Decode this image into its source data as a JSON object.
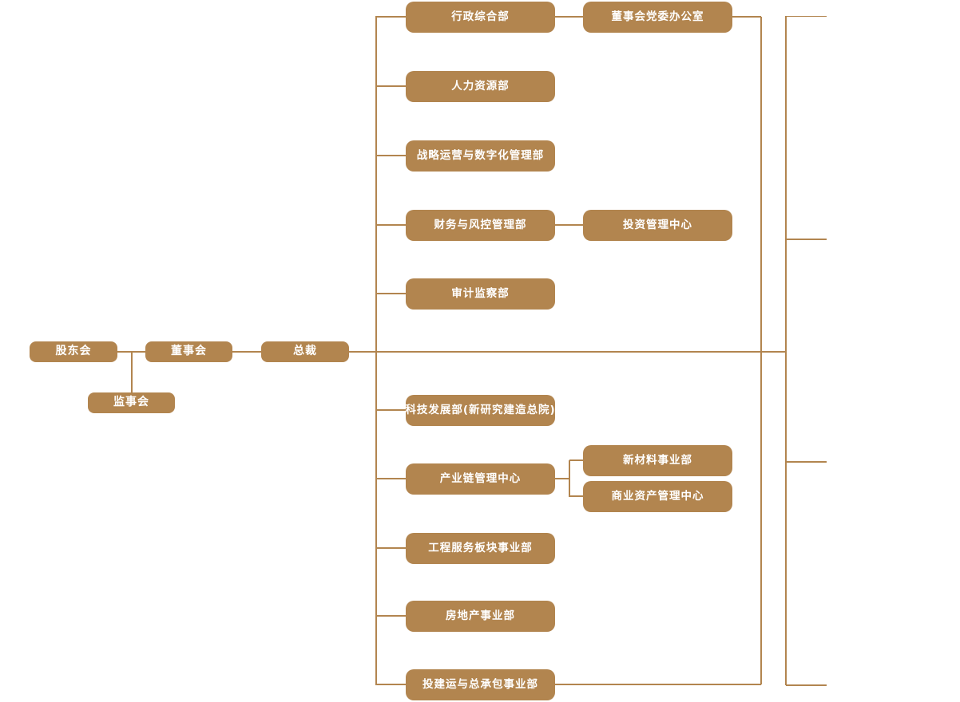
{
  "page": {
    "background": "#FFFFFF"
  },
  "colors": {
    "node_fill": "#B2854F",
    "node_text": "#FFFFFF",
    "connector": "#B2854F"
  },
  "org_chart": {
    "governance": [
      {
        "label": "股东会"
      },
      {
        "label": "董事会"
      },
      {
        "label": "总裁"
      },
      {
        "label": "监事会"
      }
    ],
    "departments": [
      {
        "label": "行政综合部"
      },
      {
        "label": "人力资源部"
      },
      {
        "label": "战略运营与数字化管理部"
      },
      {
        "label": "财务与风控管理部"
      },
      {
        "label": "审计监察部"
      },
      {
        "label": "科技发展部(新研究建造总院)"
      },
      {
        "label": "产业链管理中心"
      },
      {
        "label": "工程服务板块事业部"
      },
      {
        "label": "房地产事业部"
      },
      {
        "label": "投建运与总承包事业部"
      }
    ],
    "affiliates": [
      {
        "label": "董事会党委办公室"
      },
      {
        "label": "投资管理中心"
      },
      {
        "label": "新材料事业部"
      },
      {
        "label": "商业资产管理中心"
      }
    ],
    "edges": [
      "股东会 - 董事会",
      "董事会 - 总裁",
      "股东会/董事会连线 - 监事会",
      "总裁 - 行政综合部",
      "总裁 - 人力资源部",
      "总裁 - 战略运营与数字化管理部",
      "总裁 - 财务与风控管理部",
      "总裁 - 审计监察部",
      "总裁 - 科技发展部(新研究建造总院)",
      "总裁 - 产业链管理中心",
      "总裁 - 工程服务板块事业部",
      "总裁 - 房地产事业部",
      "总裁 - 投建运与总承包事业部",
      "行政综合部 - 董事会党委办公室",
      "财务与风控管理部 - 投资管理中心",
      "产业链管理中心 - 新材料事业部",
      "产业链管理中心 - 商业资产管理中心",
      "右侧四条未终止连接线 (顶部/中上/中下/底部)"
    ]
  }
}
